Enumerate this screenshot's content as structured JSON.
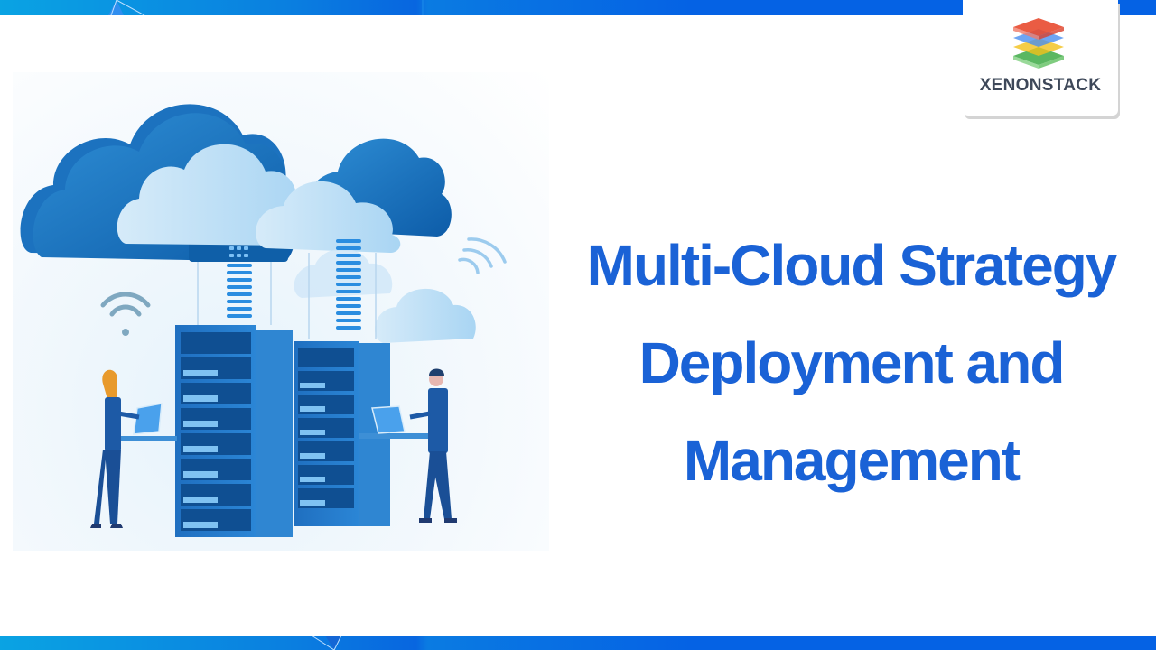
{
  "slide": {
    "title_lines": [
      "Multi-Cloud Strategy",
      "Deployment and",
      "Management"
    ],
    "title_color": "#1a62d6"
  },
  "brand": {
    "name": "XENONSTACK",
    "text_color": "#3e4859",
    "stack_colors": [
      "#e84a2f",
      "#4a8ef0",
      "#f2c11a",
      "#3daa45"
    ]
  },
  "decor": {
    "bar_color_start": "#0aa3e3",
    "bar_color_end": "#0562e4"
  },
  "illustration": {
    "description": "Cloud servers with two people working at laptops",
    "elements": [
      "clouds",
      "server-racks",
      "wifi-signals",
      "woman-with-laptop",
      "man-with-laptop"
    ]
  }
}
